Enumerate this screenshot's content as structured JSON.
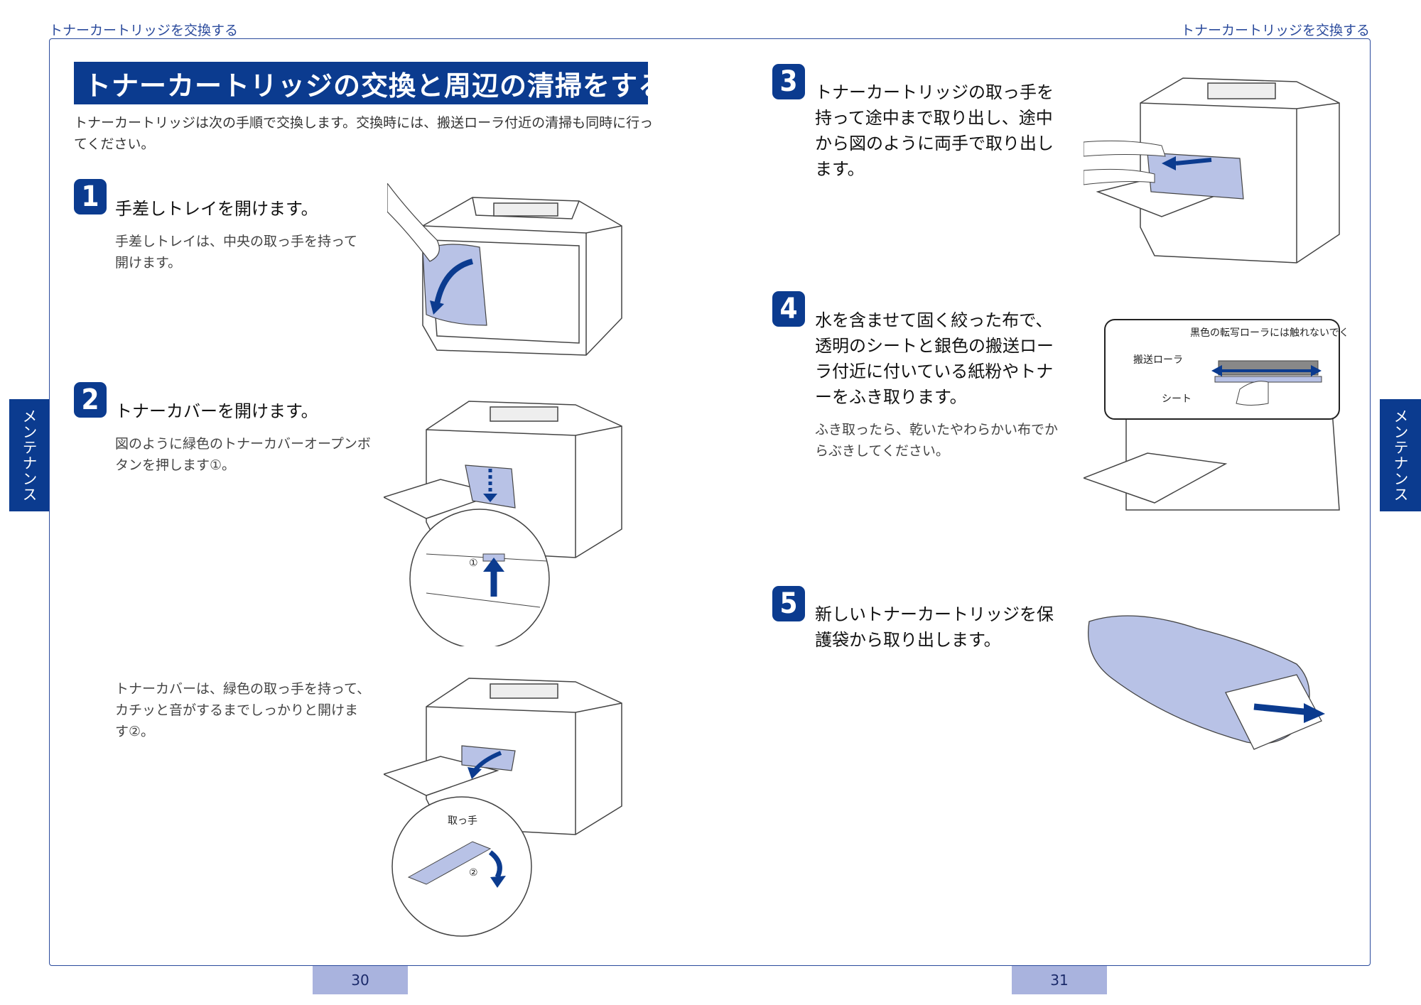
{
  "header": {
    "left": "トナーカートリッジを交換する",
    "right": "トナーカートリッジを交換する"
  },
  "side_tab": {
    "left": "メンテナンス",
    "right": "メンテナンス"
  },
  "title": "トナーカートリッジの交換と周辺の清掃をする",
  "intro": "トナーカートリッジは次の手順で交換します。交換時には、搬送ローラ付近の清掃も同時に行ってください。",
  "steps": [
    {
      "num": "1",
      "title": "手差しトレイを開けます。",
      "desc": "手差しトレイは、中央の取っ手を持って開けます。"
    },
    {
      "num": "2",
      "title": "トナーカバーを開けます。",
      "desc": "図のように緑色のトナーカバーオープンボタンを押します①。",
      "desc2": "トナーカバーは、緑色の取っ手を持って、カチッと音がするまでしっかりと開けます②。"
    },
    {
      "num": "3",
      "title": "トナーカートリッジの取っ手を持って途中まで取り出し、途中から図のように両手で取り出します。"
    },
    {
      "num": "4",
      "title": "水を含ませて固く絞った布で、透明のシートと銀色の搬送ローラ付近に付いている紙粉やトナーをふき取ります。",
      "desc": "ふき取ったら、乾いたやわらかい布でからぶきしてください。"
    },
    {
      "num": "5",
      "title": "新しいトナーカートリッジを保護袋から取り出します。"
    }
  ],
  "callouts": {
    "step2_marker1": "①",
    "step2_marker2": "②",
    "step2_handle": "取っ手",
    "step4_black_roller": "黒色の転写ローラには触れないでください。",
    "step4_roller": "搬送ローラ",
    "step4_sheet": "シート"
  },
  "pages": {
    "left": "30",
    "right": "31"
  },
  "colors": {
    "accent": "#0b3b8f",
    "highlight": "#b8c2e6",
    "page_tab": "#a9b3de"
  }
}
